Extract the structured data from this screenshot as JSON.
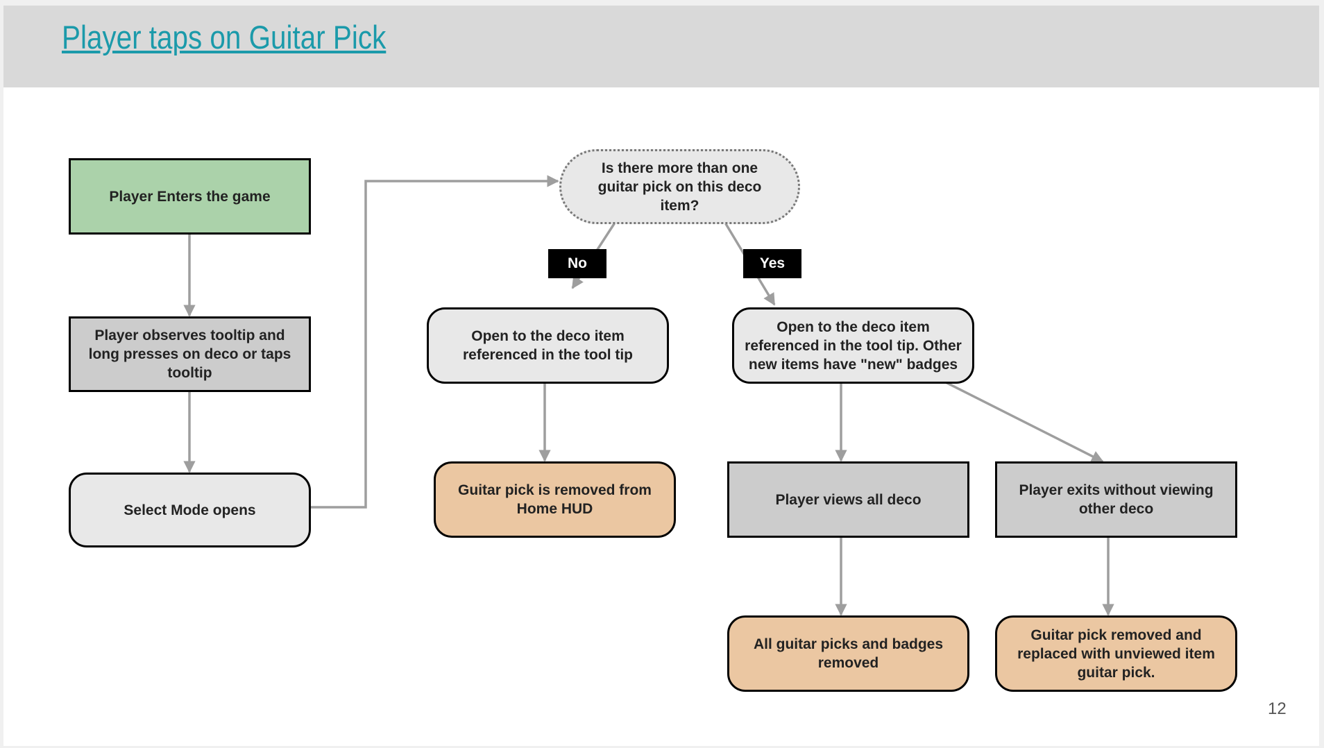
{
  "slide": {
    "title": "Player taps on Guitar Pick",
    "page_number": "12"
  },
  "diagram": {
    "nodes": {
      "enter": "Player Enters the game",
      "observe": "Player observes tooltip and long presses on deco or taps tooltip",
      "select_mode": "Select Mode opens",
      "decision": "Is there more than one guitar pick on this deco item?",
      "open_single": "Open to the deco item referenced in the tool tip",
      "open_multi": "Open to the deco item referenced in the tool tip. Other new items have \"new\" badges",
      "removed_hud": "Guitar pick is removed from Home HUD",
      "views_all": "Player views all deco",
      "exits": "Player exits without viewing other deco",
      "all_removed": "All guitar picks and badges removed",
      "replaced": "Guitar pick removed and replaced with unviewed item guitar pick."
    },
    "edge_labels": {
      "no": "No",
      "yes": "Yes"
    },
    "colors": {
      "start": "#abd2aa",
      "process": "#cccccc",
      "rounded": "#e8e8e8",
      "outcome": "#ebc7a2",
      "connector": "#9e9e9e",
      "title": "#1b9aaa"
    }
  }
}
